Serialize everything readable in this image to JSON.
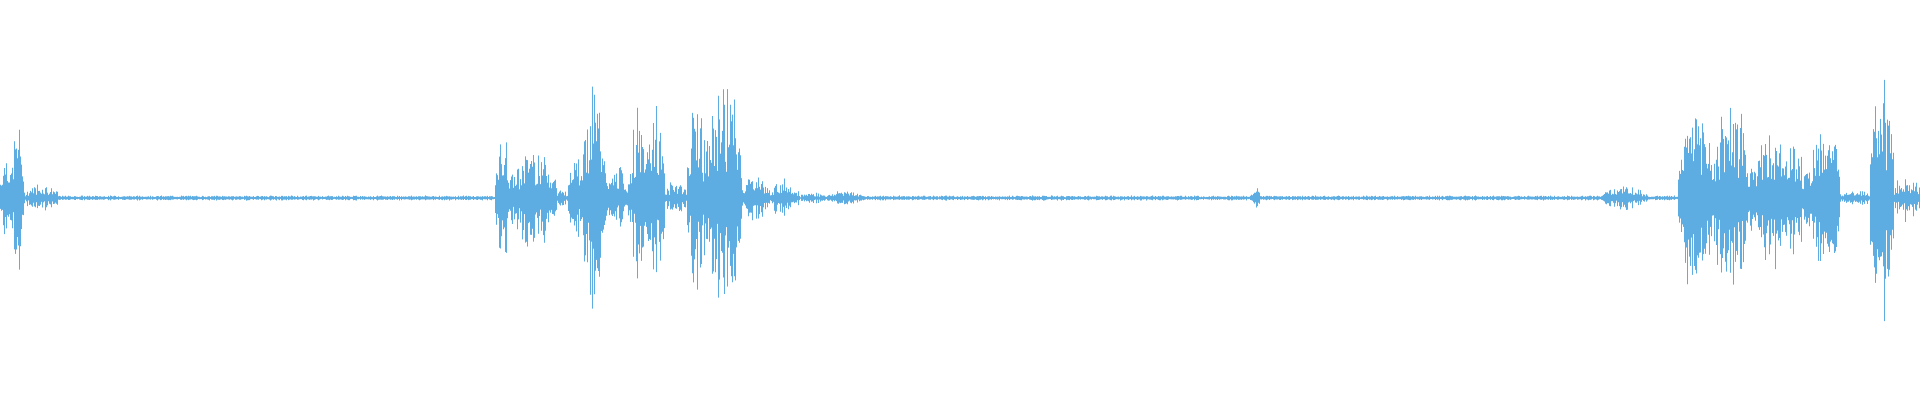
{
  "waveform": {
    "color": "#5dade2",
    "segments": [
      {
        "start": 0.0,
        "end": 0.006,
        "peak": 0.45
      },
      {
        "start": 0.006,
        "end": 0.012,
        "peak": 0.7
      },
      {
        "start": 0.012,
        "end": 0.03,
        "peak": 0.12
      },
      {
        "start": 0.03,
        "end": 0.258,
        "peak": 0.01
      },
      {
        "start": 0.258,
        "end": 0.266,
        "peak": 0.5
      },
      {
        "start": 0.266,
        "end": 0.29,
        "peak": 0.45
      },
      {
        "start": 0.29,
        "end": 0.296,
        "peak": 0.08
      },
      {
        "start": 0.296,
        "end": 0.302,
        "peak": 0.55
      },
      {
        "start": 0.302,
        "end": 0.316,
        "peak": 0.9
      },
      {
        "start": 0.316,
        "end": 0.328,
        "peak": 0.25
      },
      {
        "start": 0.328,
        "end": 0.336,
        "peak": 0.7
      },
      {
        "start": 0.336,
        "end": 0.346,
        "peak": 0.75
      },
      {
        "start": 0.346,
        "end": 0.358,
        "peak": 0.15
      },
      {
        "start": 0.358,
        "end": 0.368,
        "peak": 0.9
      },
      {
        "start": 0.368,
        "end": 0.386,
        "peak": 1.0
      },
      {
        "start": 0.386,
        "end": 0.4,
        "peak": 0.2
      },
      {
        "start": 0.4,
        "end": 0.416,
        "peak": 0.15
      },
      {
        "start": 0.416,
        "end": 0.432,
        "peak": 0.05
      },
      {
        "start": 0.432,
        "end": 0.448,
        "peak": 0.07
      },
      {
        "start": 0.448,
        "end": 0.652,
        "peak": 0.01
      },
      {
        "start": 0.652,
        "end": 0.656,
        "peak": 0.1
      },
      {
        "start": 0.656,
        "end": 0.834,
        "peak": 0.01
      },
      {
        "start": 0.834,
        "end": 0.858,
        "peak": 0.1
      },
      {
        "start": 0.858,
        "end": 0.874,
        "peak": 0.01
      },
      {
        "start": 0.874,
        "end": 0.892,
        "peak": 0.8
      },
      {
        "start": 0.892,
        "end": 0.91,
        "peak": 0.85
      },
      {
        "start": 0.91,
        "end": 0.942,
        "peak": 0.55
      },
      {
        "start": 0.942,
        "end": 0.958,
        "peak": 0.65
      },
      {
        "start": 0.958,
        "end": 0.974,
        "peak": 0.08
      },
      {
        "start": 0.974,
        "end": 0.986,
        "peak": 0.95
      },
      {
        "start": 0.986,
        "end": 1.0,
        "peak": 0.2
      }
    ]
  }
}
